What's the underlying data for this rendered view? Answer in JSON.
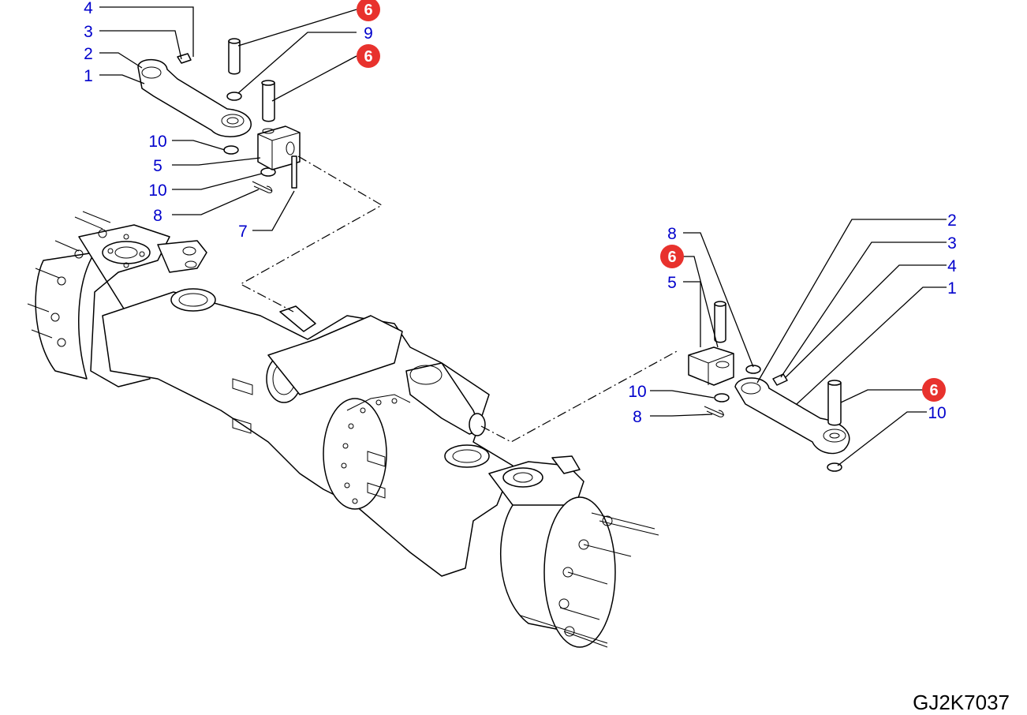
{
  "drawing_code": "GJ2K7037",
  "colors": {
    "callout_text": "#0000cc",
    "badge_fill": "#e8322d",
    "badge_text": "#ffffff",
    "line": "#000000"
  },
  "callouts": [
    {
      "label": "4",
      "highlight": false
    },
    {
      "label": "3",
      "highlight": false
    },
    {
      "label": "2",
      "highlight": false
    },
    {
      "label": "1",
      "highlight": false
    },
    {
      "label": "6",
      "highlight": true
    },
    {
      "label": "9",
      "highlight": false
    },
    {
      "label": "6",
      "highlight": true
    },
    {
      "label": "10",
      "highlight": false
    },
    {
      "label": "5",
      "highlight": false
    },
    {
      "label": "10",
      "highlight": false
    },
    {
      "label": "8",
      "highlight": false
    },
    {
      "label": "7",
      "highlight": false
    },
    {
      "label": "8",
      "highlight": false
    },
    {
      "label": "6",
      "highlight": true
    },
    {
      "label": "5",
      "highlight": false
    },
    {
      "label": "10",
      "highlight": false
    },
    {
      "label": "8",
      "highlight": false
    },
    {
      "label": "2",
      "highlight": false
    },
    {
      "label": "3",
      "highlight": false
    },
    {
      "label": "4",
      "highlight": false
    },
    {
      "label": "1",
      "highlight": false
    },
    {
      "label": "6",
      "highlight": true
    },
    {
      "label": "10",
      "highlight": false
    }
  ]
}
